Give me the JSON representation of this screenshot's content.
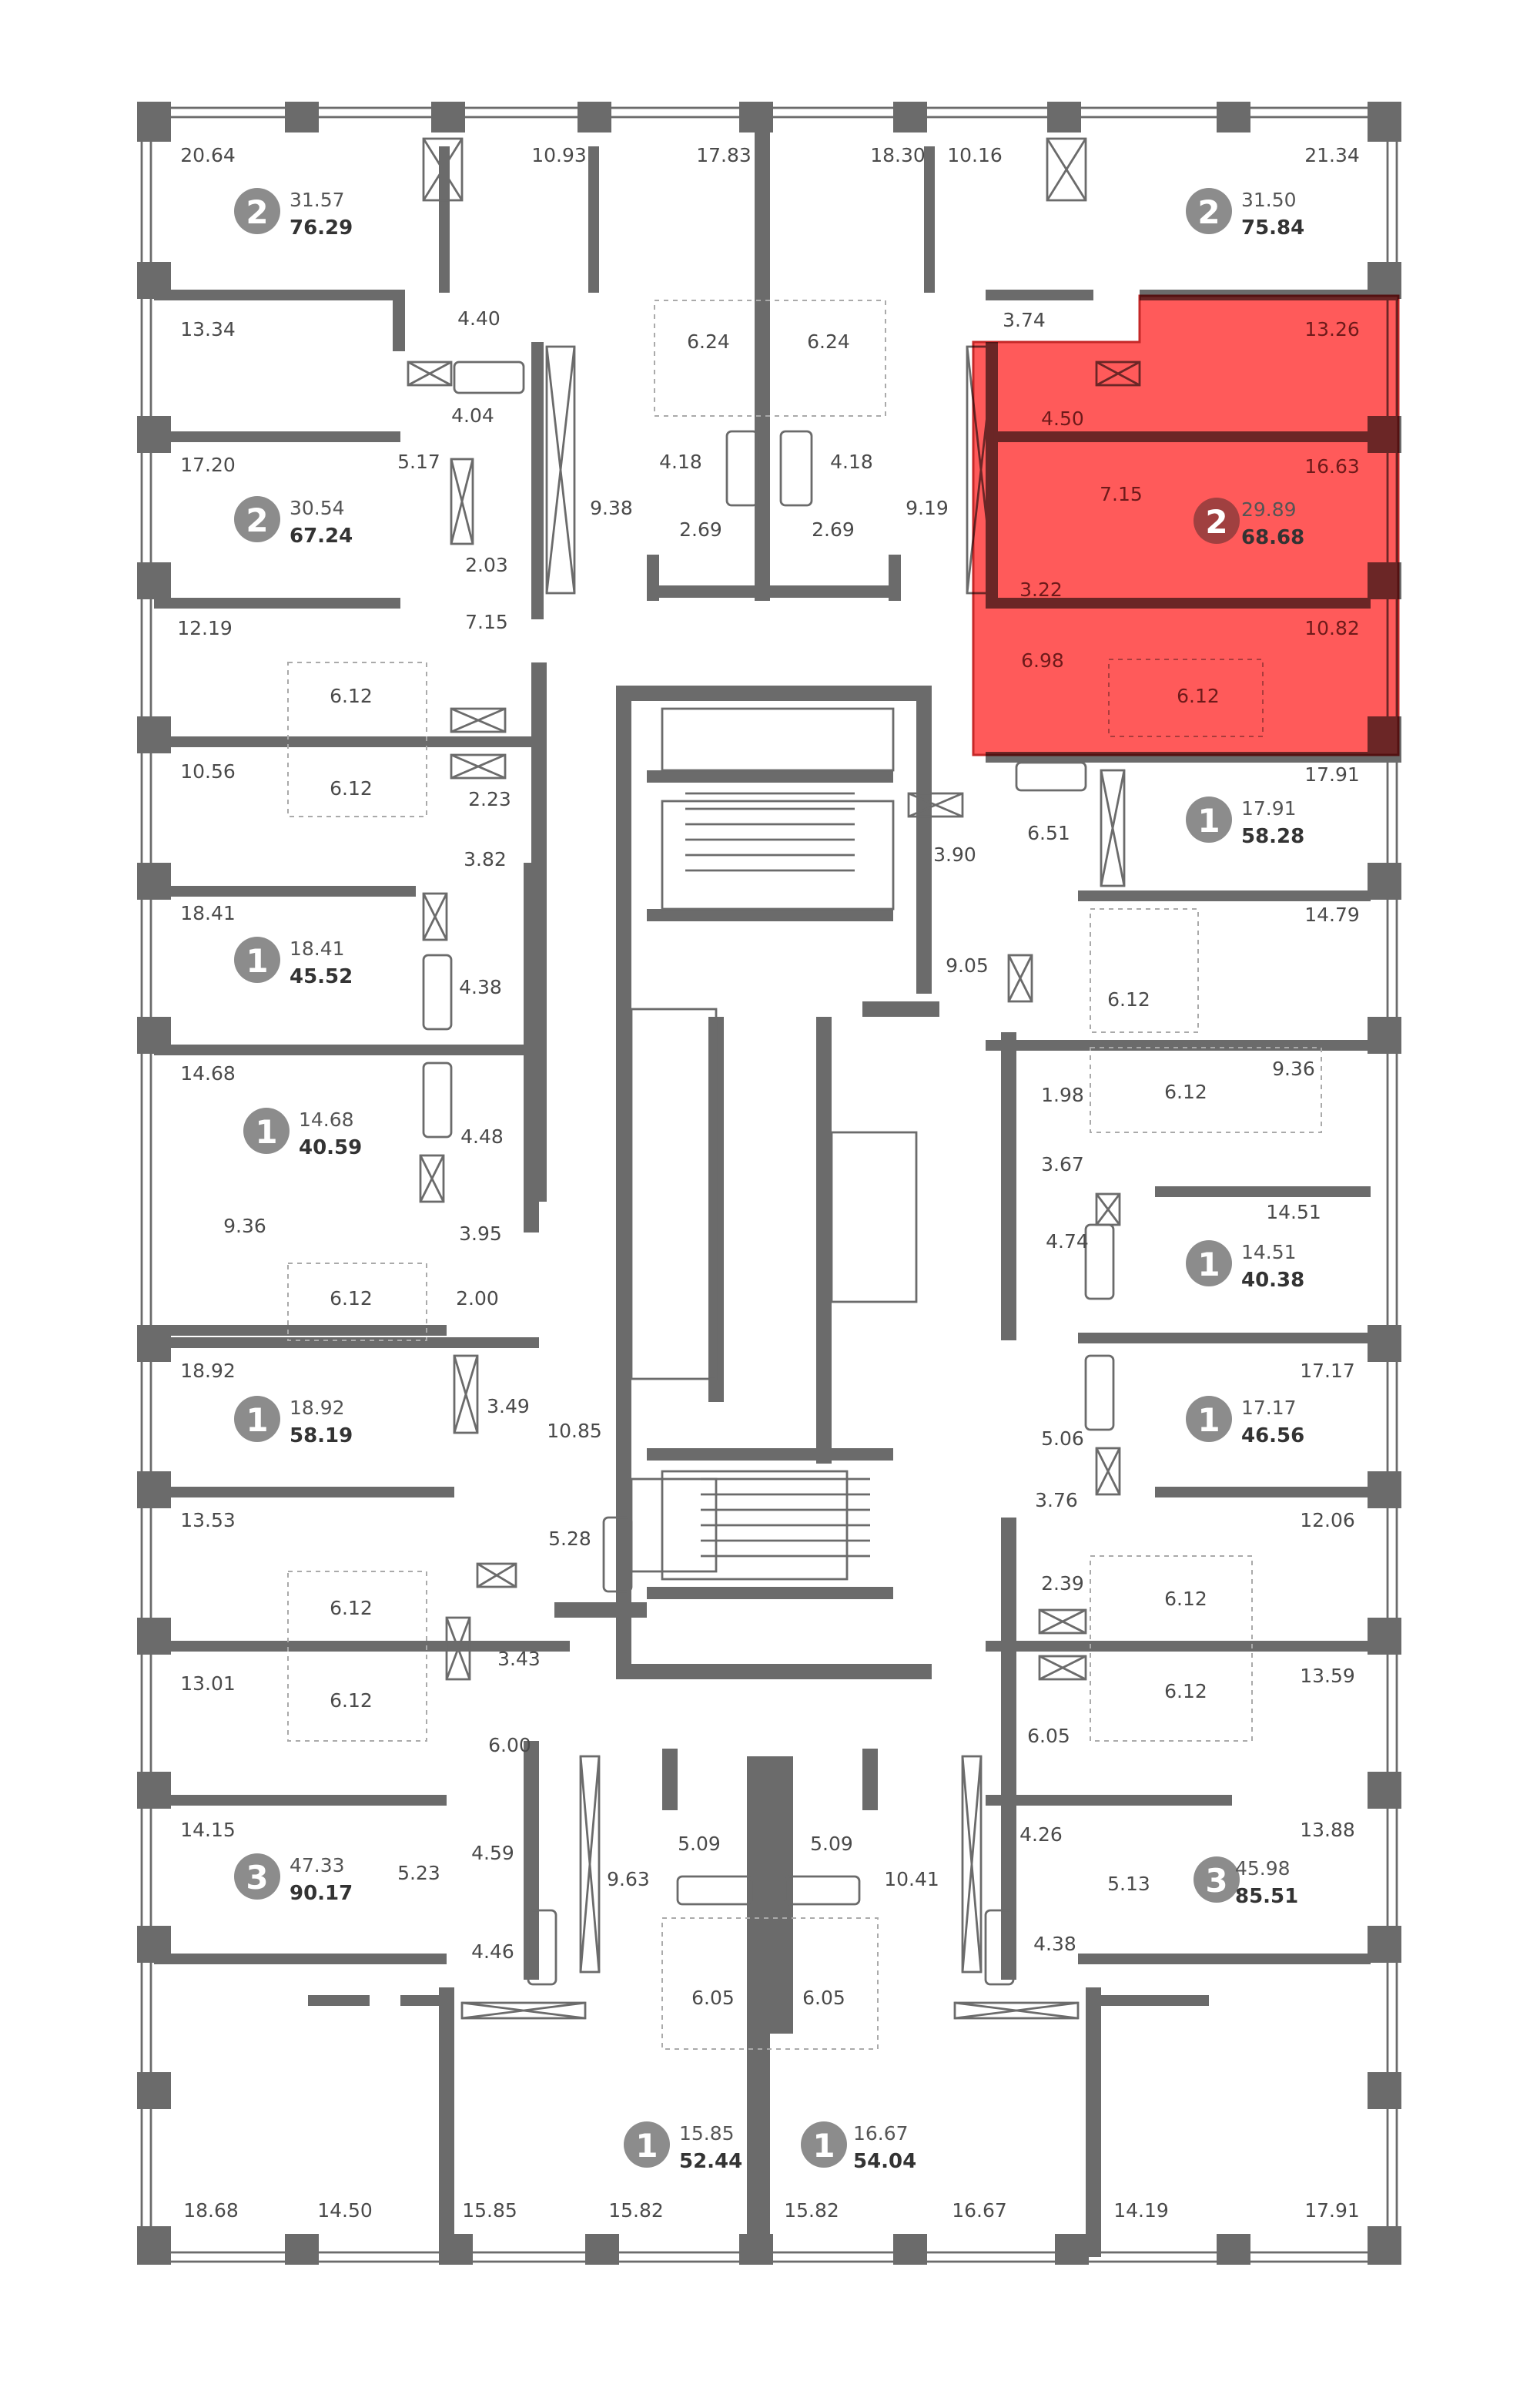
{
  "floor_plan": {
    "highlight_color": "#ff5a5a",
    "wall_color": "#6b6b6b",
    "highlighted_apartment": 3,
    "apartments": [
      {
        "rooms": "2",
        "living": "31.57",
        "total": "76.29"
      },
      {
        "rooms": "2",
        "living": "30.54",
        "total": "67.24"
      },
      {
        "rooms": "2",
        "living": "31.50",
        "total": "75.84"
      },
      {
        "rooms": "2",
        "living": "29.89",
        "total": "68.68"
      },
      {
        "rooms": "1",
        "living": "18.41",
        "total": "45.52"
      },
      {
        "rooms": "1",
        "living": "14.68",
        "total": "40.59"
      },
      {
        "rooms": "1",
        "living": "18.92",
        "total": "58.19"
      },
      {
        "rooms": "3",
        "living": "47.33",
        "total": "90.17"
      },
      {
        "rooms": "1",
        "living": "17.91",
        "total": "58.28"
      },
      {
        "rooms": "1",
        "living": "14.51",
        "total": "40.38"
      },
      {
        "rooms": "1",
        "living": "17.17",
        "total": "46.56"
      },
      {
        "rooms": "3",
        "living": "45.98",
        "total": "85.51"
      },
      {
        "rooms": "1",
        "living": "15.85",
        "total": "52.44"
      },
      {
        "rooms": "1",
        "living": "16.67",
        "total": "54.04"
      }
    ],
    "room_areas": [
      "20.64",
      "10.93",
      "4.40",
      "13.34",
      "4.04",
      "17.20",
      "5.17",
      "9.38",
      "2.03",
      "12.19",
      "7.15",
      "17.83",
      "6.24",
      "6.24",
      "4.18",
      "4.18",
      "2.69",
      "2.69",
      "18.30",
      "10.16",
      "21.34",
      "3.74",
      "9.19",
      "13.26",
      "4.50",
      "16.63",
      "7.15",
      "3.22",
      "10.82",
      "6.98",
      "6.12",
      "6.12",
      "10.56",
      "6.12",
      "2.23",
      "3.82",
      "18.41",
      "4.38",
      "14.68",
      "4.48",
      "9.36",
      "3.95",
      "6.12",
      "2.00",
      "18.92",
      "3.49",
      "10.85",
      "13.53",
      "5.28",
      "6.12",
      "3.43",
      "13.01",
      "6.12",
      "6.00",
      "14.15",
      "5.23",
      "4.59",
      "4.46",
      "9.63",
      "5.09",
      "5.09",
      "6.05",
      "6.05",
      "10.41",
      "17.91",
      "6.51",
      "3.90",
      "14.79",
      "9.05",
      "6.12",
      "6.12",
      "1.98",
      "9.36",
      "3.67",
      "14.51",
      "4.74",
      "17.17",
      "5.06",
      "3.76",
      "12.06",
      "2.39",
      "6.12",
      "13.59",
      "6.12",
      "6.05",
      "4.26",
      "13.88",
      "5.13",
      "4.38",
      "18.68",
      "14.50",
      "15.85",
      "15.82",
      "15.82",
      "16.67",
      "14.19",
      "17.91"
    ]
  }
}
